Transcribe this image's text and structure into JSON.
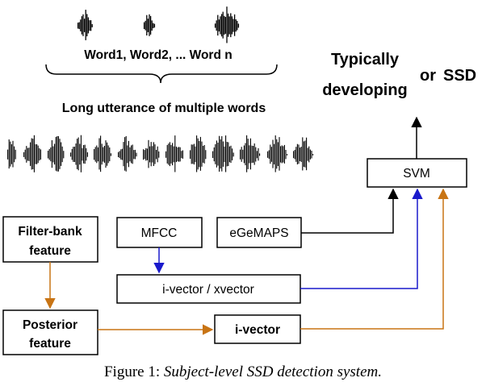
{
  "words_label": "Word1, Word2, ... Word n",
  "utterance_label": "Long utterance of multiple words",
  "outcome": {
    "line1": "Typically",
    "line2": "developing",
    "or": "or",
    "ssd": "SSD",
    "td_color": "#22bb22",
    "ssd_color": "#ee1111"
  },
  "boxes": {
    "svm": "SVM",
    "mfcc": "MFCC",
    "egemaps": "eGeMAPS",
    "filterbank_line1": "Filter-bank",
    "filterbank_line2": "feature",
    "ivec_xvec": "i-vector / xvector",
    "posterior_line1": "Posterior",
    "posterior_line2": "feature",
    "ivector": "i-vector"
  },
  "colors": {
    "black_path": "#000000",
    "blue_path": "#1a1acc",
    "orange_path": "#c87414"
  },
  "caption": {
    "prefix": "Figure 1: ",
    "title": "Subject-level SSD detection system."
  }
}
